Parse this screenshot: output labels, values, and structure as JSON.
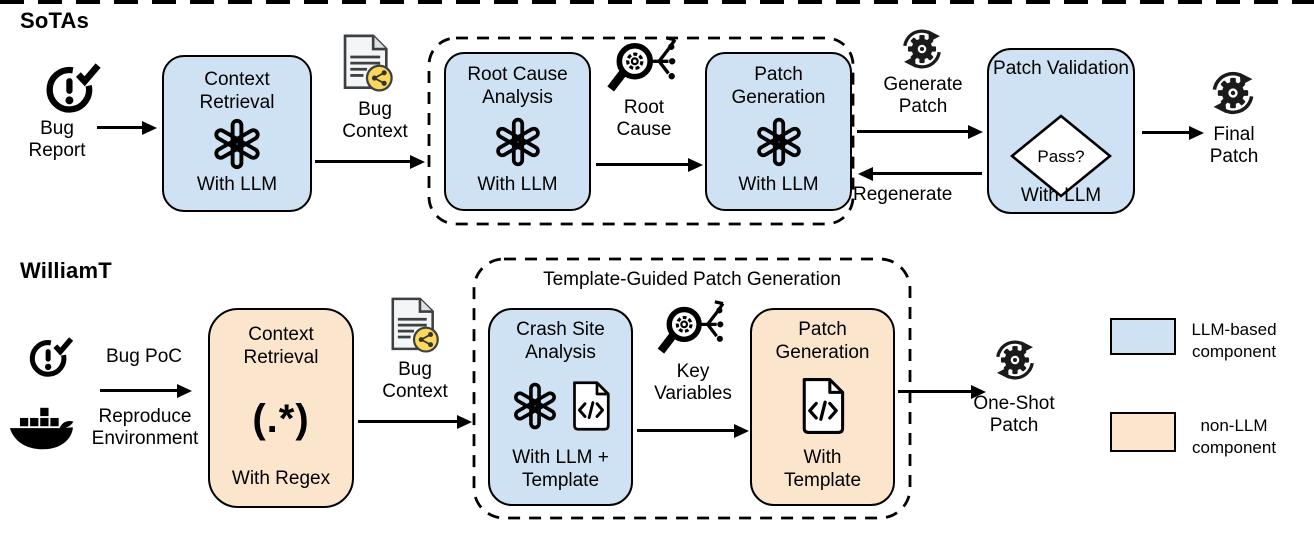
{
  "sotas": {
    "title": "SoTAs",
    "bug_report_label": "Bug Report",
    "context_retrieval_title": "Context Retrieval",
    "context_retrieval_sub": "With LLM",
    "bug_context_label": "Bug Context",
    "root_cause_analysis_title": "Root Cause Analysis",
    "root_cause_analysis_sub": "With LLM",
    "root_cause_label": "Root Cause",
    "patch_generation_title": "Patch Generation",
    "patch_generation_sub": "With LLM",
    "generate_patch_label": "Generate Patch",
    "regenerate_label": "Regenerate",
    "patch_validation_title": "Patch Validation",
    "patch_validation_pass": "Pass?",
    "patch_validation_sub": "With LLM",
    "final_patch_label": "Final Patch"
  },
  "williamt": {
    "title": "WilliamT",
    "bug_poc_label": "Bug PoC",
    "reproduce_environment_label": "Reproduce Environment",
    "context_retrieval_title": "Context Retrieval",
    "context_retrieval_glyph": "(.*)",
    "context_retrieval_sub": "With Regex",
    "bug_context_label": "Bug Context",
    "group_title": "Template-Guided Patch Generation",
    "crash_site_analysis_title": "Crash Site Analysis",
    "crash_site_analysis_sub": "With LLM + Template",
    "key_variables_label": "Key Variables",
    "patch_generation_title": "Patch Generation",
    "patch_generation_sub": "With Template",
    "one_shot_patch_label": "One-Shot Patch"
  },
  "legend": {
    "llm_label": "LLM-based component",
    "non_llm_label": "non-LLM component",
    "llm_color": "#cfe2f3",
    "non_llm_color": "#fce5cd"
  }
}
